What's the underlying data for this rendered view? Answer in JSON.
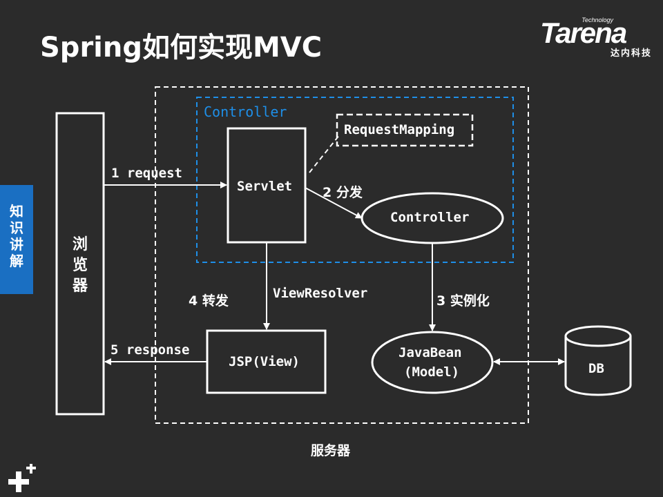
{
  "title": "Spring如何实现MVC",
  "logo": {
    "technology": "Technology",
    "brand": "Tarena",
    "subtitle": "达内科技"
  },
  "side_tab": {
    "label": "知识讲解"
  },
  "diagram": {
    "browser": "浏览器",
    "server_label": "服务器",
    "controller_group_label": "Controller",
    "servlet": "Servlet",
    "request_mapping": "RequestMapping",
    "controller": "Controller",
    "javabean_line1": "JavaBean",
    "javabean_line2": "(Model)",
    "jsp_view": "JSP(View)",
    "db": "DB",
    "arrows": {
      "request": "1 request",
      "dispatch": "2 分发",
      "instantiate": "3 实例化",
      "forward": "4 转发",
      "view_resolver": "ViewResolver",
      "response": "5 response"
    }
  },
  "footer_icon": "plus-plus-icon",
  "colors": {
    "background": "#2b2b2b",
    "accent_blue": "#1a6fc2",
    "controller_group_blue": "#1e8fe8",
    "foreground": "#ffffff"
  }
}
